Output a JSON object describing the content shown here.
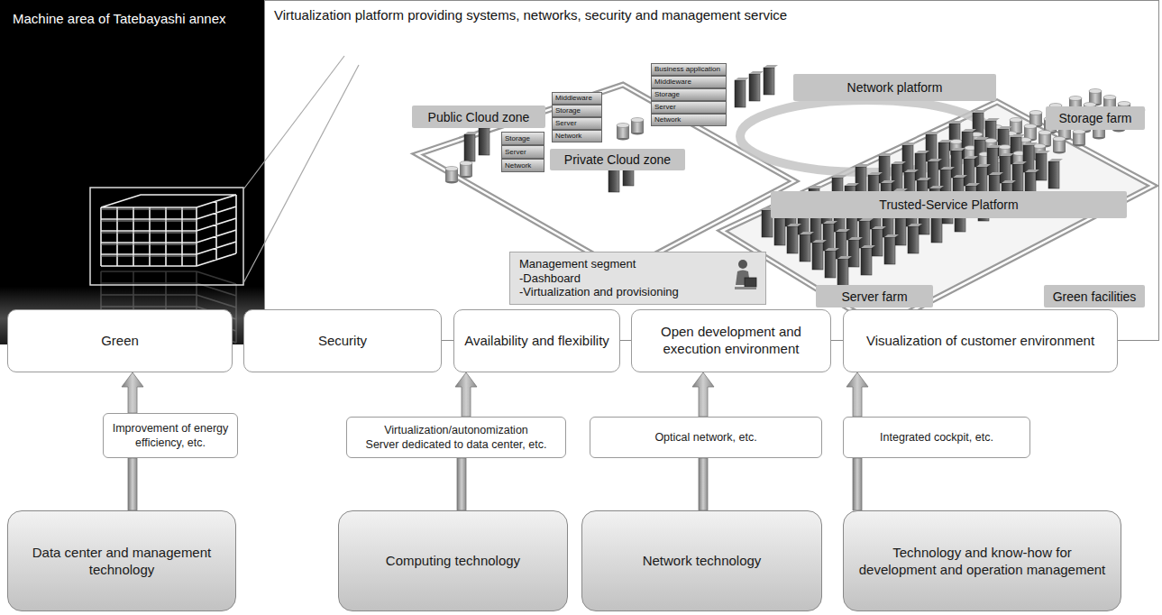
{
  "diagram": {
    "nodes": [
      {
        "text": [
          "Machine area of Tatebayashi annex"
        ]
      },
      {
        "text": [
          "Virtualization platform providing systems, networks, security and management service"
        ]
      },
      {
        "text": [
          "Public Cloud zone"
        ],
        "in": 1
      },
      {
        "text": [
          "Business application"
        ],
        "in": 1
      },
      {
        "text": [
          "Middleware"
        ],
        "in": 1
      },
      {
        "text": [
          "Storage"
        ],
        "in": 1
      },
      {
        "text": [
          "Server"
        ],
        "in": 1
      },
      {
        "text": [
          "Network"
        ],
        "in": 1
      },
      {
        "text": [
          "Middleware"
        ],
        "in": 1
      },
      {
        "text": [
          "Storage"
        ],
        "in": 1
      },
      {
        "text": [
          "Server"
        ],
        "in": 1
      },
      {
        "text": [
          "Network"
        ],
        "in": 1
      },
      {
        "text": [
          "Storage"
        ],
        "in": 1
      },
      {
        "text": [
          "Server"
        ],
        "in": 1
      },
      {
        "text": [
          "Network"
        ],
        "in": 1
      },
      {
        "text": [
          "Private Cloud zone"
        ],
        "in": 1
      },
      {
        "text": [
          "Network platform"
        ],
        "in": 1
      },
      {
        "text": [
          "Storage farm"
        ],
        "in": 1
      },
      {
        "text": [
          "Trusted-Service Platform"
        ],
        "in": 1
      },
      {
        "text": [
          "Management segment",
          "-Dashboard",
          "-Virtualization and provisioning"
        ],
        "in": 1
      },
      {
        "text": [
          "Server farm"
        ],
        "in": 1
      },
      {
        "text": [
          "Green facilities"
        ],
        "in": 1
      },
      {
        "text": [
          "Green"
        ]
      },
      {
        "text": [
          "Security"
        ]
      },
      {
        "text": [
          "Availability and flexibility"
        ]
      },
      {
        "text": [
          "Open development and execution environment"
        ]
      },
      {
        "text": [
          "Visualization of customer environment"
        ]
      },
      {
        "text": [
          "Improvement of energy efficiency, etc."
        ]
      },
      {
        "text": [
          "Virtualization/autonomization",
          "Server dedicated to data center, etc."
        ]
      },
      {
        "text": [
          "Optical network, etc."
        ]
      },
      {
        "text": [
          "Integrated cockpit, etc."
        ]
      },
      {
        "text": [
          "Data center and management technology"
        ]
      },
      {
        "text": [
          "Computing technology"
        ]
      },
      {
        "text": [
          "Network technology"
        ]
      },
      {
        "text": [
          "Technology and know-how for development and operation management"
        ]
      }
    ],
    "edges": [
      {
        "from": 27,
        "to": 22,
        "arrow": "to"
      },
      {
        "from": 31,
        "to": 27,
        "arrow": "none"
      },
      {
        "from": 28,
        "to": 24,
        "arrow": "to"
      },
      {
        "from": 32,
        "to": 28,
        "arrow": "none"
      },
      {
        "from": 29,
        "to": 25,
        "arrow": "to"
      },
      {
        "from": 33,
        "to": 29,
        "arrow": "none"
      },
      {
        "from": 30,
        "to": 26,
        "arrow": "to"
      },
      {
        "from": 34,
        "to": 30,
        "arrow": "none"
      }
    ]
  }
}
